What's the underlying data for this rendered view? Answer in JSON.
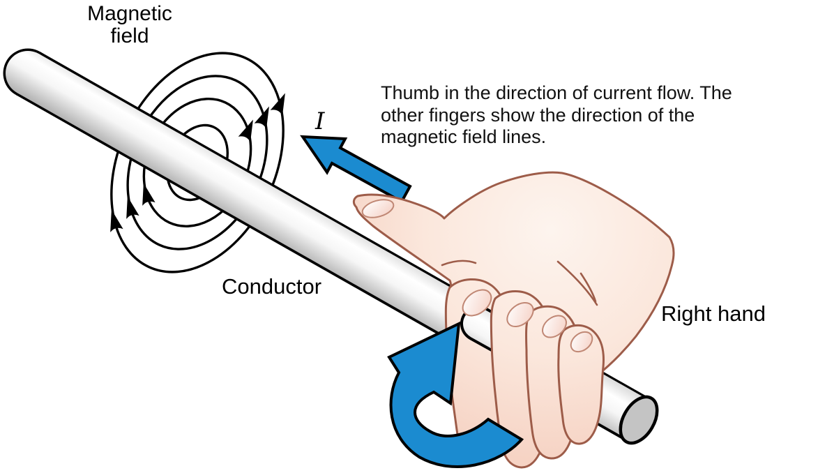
{
  "figure": {
    "background": "#ffffff",
    "labels": {
      "magnetic_field": "Magnetic\nfield",
      "conductor": "Conductor",
      "right_hand": "Right hand",
      "current_symbol": "I"
    },
    "annotation": "Thumb in the direction of current flow. The\nother fingers show the direction of the\nmagnetic field lines.",
    "icons": {
      "current_direction_arrow": "arrow-up-left",
      "rotation_direction_arrow": "curved-arrow-counterclockwise",
      "field_direction_arrowheads": "triangle-arrowheads-on-field-lines"
    },
    "colors": {
      "arrow_blue": "#1b8bd0",
      "line_black": "#000000",
      "hand_outline": "#9d5c49",
      "skin_light": "#fdf2ec",
      "skin_shade": "#f6d3c4",
      "rod_light": "#ffffff",
      "rod_dark": "#bdbdbd",
      "text_color": "#000000"
    }
  }
}
